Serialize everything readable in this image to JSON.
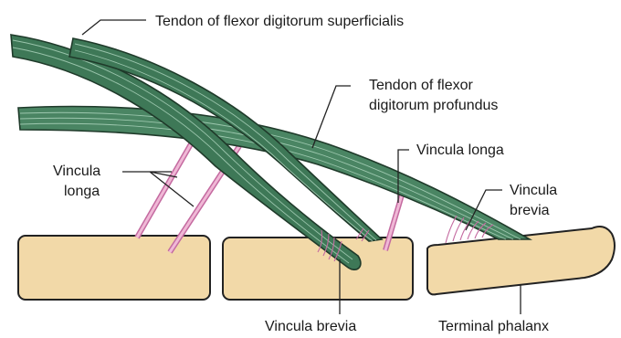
{
  "labels": {
    "fds": "Tendon of flexor digitorum superficialis",
    "fdp_line1": "Tendon of flexor",
    "fdp_line2": "digitorum profundus",
    "vl_left_line1": "Vincula",
    "vl_left_line2": "longa",
    "vl_right": "Vincula longa",
    "vb_right_line1": "Vincula",
    "vb_right_line2": "brevia",
    "vb_bottom": "Vincula brevia",
    "terminal": "Terminal phalanx"
  },
  "colors": {
    "tendon": "#3e7857",
    "bone": "#f2d9a8",
    "vincula": "#e7a6c9"
  }
}
